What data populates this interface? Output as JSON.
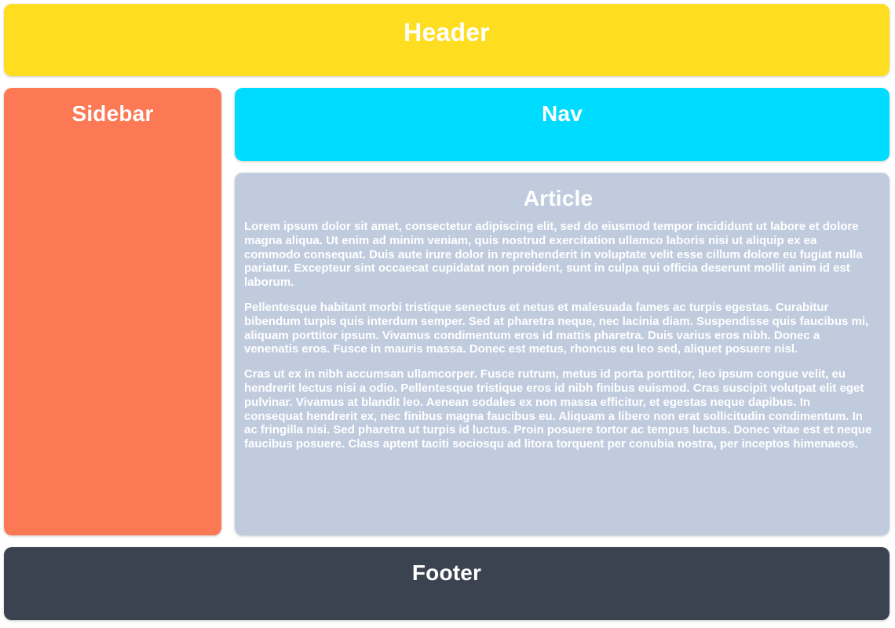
{
  "layout": {
    "background": "#ffffff",
    "text_color": "#ffffff"
  },
  "header": {
    "label": "Header",
    "color": "#ffde21"
  },
  "sidebar": {
    "label": "Sidebar",
    "color": "#fd7854"
  },
  "nav": {
    "label": "Nav",
    "color": "#00dcff"
  },
  "article": {
    "label": "Article",
    "color": "#c0ccde",
    "paragraphs": [
      "Lorem ipsum dolor sit amet, consectetur adipiscing elit, sed do eiusmod tempor incididunt ut labore et dolore magna aliqua. Ut enim ad minim veniam, quis nostrud exercitation ullamco laboris nisi ut aliquip ex ea commodo consequat. Duis aute irure dolor in reprehenderit in voluptate velit esse cillum dolore eu fugiat nulla pariatur. Excepteur sint occaecat cupidatat non proident, sunt in culpa qui officia deserunt mollit anim id est laborum.",
      "Pellentesque habitant morbi tristique senectus et netus et malesuada fames ac turpis egestas. Curabitur bibendum turpis quis interdum semper. Sed at pharetra neque, nec lacinia diam. Suspendisse quis faucibus mi, aliquam porttitor ipsum. Vivamus condimentum eros id mattis pharetra. Duis varius eros nibh. Donec a venenatis eros. Fusce in mauris massa. Donec est metus, rhoncus eu leo sed, aliquet posuere nisl.",
      "Cras ut ex in nibh accumsan ullamcorper. Fusce rutrum, metus id porta porttitor, leo ipsum congue velit, eu hendrerit lectus nisi a odio. Pellentesque tristique eros id nibh finibus euismod. Cras suscipit volutpat elit eget pulvinar. Vivamus at blandit leo. Aenean sodales ex non massa efficitur, et egestas neque dapibus. In consequat hendrerit ex, nec finibus magna faucibus eu. Aliquam a libero non erat sollicitudin condimentum. In ac fringilla nisi. Sed pharetra ut turpis id luctus. Proin posuere tortor ac tempus luctus. Donec vitae est et neque faucibus posuere. Class aptent taciti sociosqu ad litora torquent per conubia nostra, per inceptos himenaeos."
    ]
  },
  "footer": {
    "label": "Footer",
    "color": "#3b4250"
  }
}
